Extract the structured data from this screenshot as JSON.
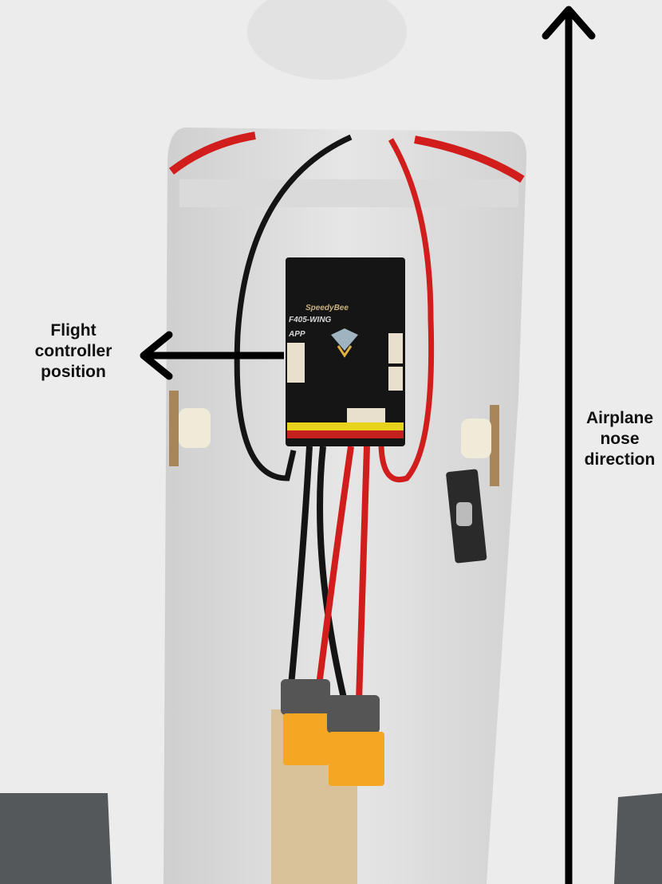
{
  "annotations": {
    "flight_controller": [
      "Flight",
      "controller",
      "position"
    ],
    "nose_direction": [
      "Airplane",
      "nose",
      "direction"
    ]
  },
  "board": {
    "brand": "SpeedyBee",
    "model": "F405-WING",
    "app_label": "APP"
  },
  "colors": {
    "foam": "#ececec",
    "board": "#151515",
    "wire_red": "#d21d1d",
    "wire_black": "#141414",
    "connector_yellow": "#f5a623",
    "arrow": "#000000"
  }
}
